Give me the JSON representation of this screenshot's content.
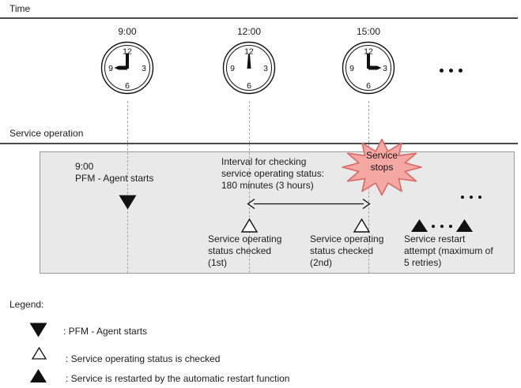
{
  "sections": {
    "time_label": "Time",
    "service_operation_label": "Service operation"
  },
  "clocks": [
    {
      "label": "9:00",
      "face": [
        "12",
        "3",
        "6",
        "9"
      ]
    },
    {
      "label": "12:00",
      "face": [
        "12",
        "3",
        "6",
        "9"
      ]
    },
    {
      "label": "15:00",
      "face": [
        "12",
        "3",
        "6",
        "9"
      ]
    }
  ],
  "box": {
    "agent_start": "9:00\nPFM - Agent starts",
    "interval_note": "Interval for checking\nservice operating status:\n180 minutes (3 hours)",
    "service_stops": "Service\nstops",
    "check_1": "Service operating\nstatus checked\n(1st)",
    "check_2": "Service operating\nstatus checked\n(2nd)",
    "restart": "Service restart\nattempt (maximum of\n5 retries)"
  },
  "legend": {
    "title": "Legend:",
    "items": [
      {
        "icon": "down-filled-triangle",
        "label": ": PFM - Agent starts"
      },
      {
        "icon": "up-outline-triangle",
        "label": ": Service operating status is checked"
      },
      {
        "icon": "up-filled-triangle",
        "label": ": Service is restarted by the automatic restart function"
      }
    ]
  },
  "colors": {
    "burst_fill": "#f5a8a3",
    "burst_stroke": "#d96a64",
    "box_fill": "#e9e9e9",
    "box_border": "#9b9b9b",
    "dashed_line": "#a6a6a6",
    "axis_line": "#4a4a4a"
  }
}
